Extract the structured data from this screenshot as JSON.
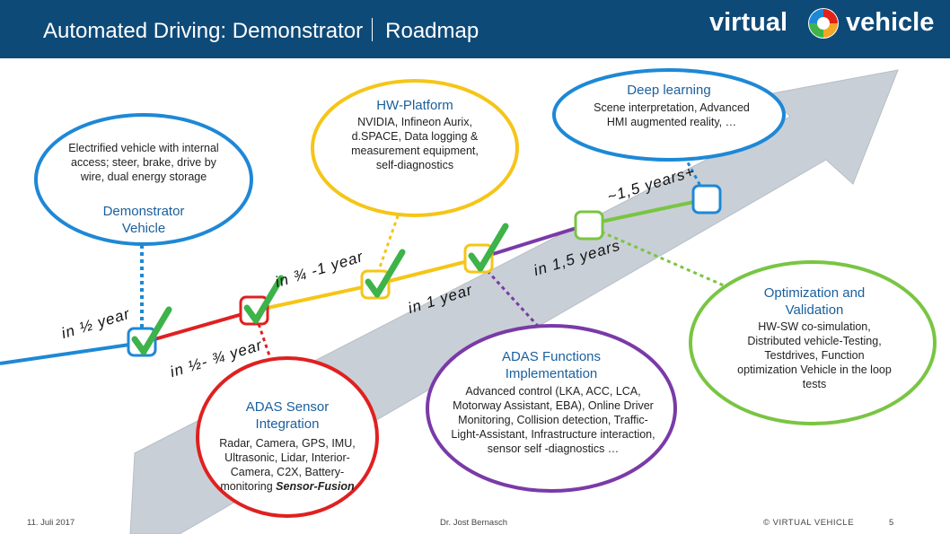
{
  "header": {
    "title": "Automated Driving: Demonstrator",
    "subtitle": "Roadmap",
    "logo_left": "virtual",
    "logo_right": "vehicle"
  },
  "colors": {
    "header_bg": "#0e4a78",
    "blue": "#1e88d6",
    "yellow": "#f5c518",
    "purple": "#7a3aa8",
    "green": "#79c543",
    "red": "#e02020",
    "check": "#3db34a",
    "arrow": "#c9cfd6"
  },
  "nodes": {
    "demonstrator": {
      "text": "Electrified vehicle with internal access; steer, brake, drive by wire, dual energy storage",
      "title_line1": "Demonstrator",
      "title_line2": "Vehicle"
    },
    "hw_platform": {
      "title": "HW-Platform",
      "text": "NVIDIA, Infineon Aurix, d.SPACE, Data logging & measurement equipment, self-diagnostics"
    },
    "deep_learning": {
      "title": "Deep learning",
      "text": "Scene interpretation, Advanced HMI augmented reality, …"
    },
    "sensor_integration": {
      "title_line1": "ADAS Sensor",
      "title_line2": "Integration",
      "text": "Radar, Camera, GPS, IMU, Ultrasonic, Lidar, Interior-Camera, C2X, Battery-monitoring",
      "text_bold": "Sensor-Fusion"
    },
    "adas_functions": {
      "title_line1": "ADAS Functions",
      "title_line2": "Implementation",
      "text": "Advanced control (LKA, ACC, LCA, Motorway Assistant, EBA), Online Driver Monitoring, Collision detection, Traffic-Light-Assistant, Infrastructure interaction, sensor self -diagnostics …"
    },
    "optimization": {
      "title_line1": "Optimization and",
      "title_line2": "Validation",
      "text": "HW-SW co-simulation, Distributed vehicle-Testing, Testdrives, Function optimization Vehicle in the loop tests"
    }
  },
  "timeline": {
    "half_year": "in ½ year",
    "half_to_three_quarter": "in ½- ¾ year",
    "three_quarter_to_one": "in ¾ -1 year",
    "one_year": "in 1 year",
    "one_and_half_year": "in 1,5 years",
    "one_and_half_plus": "~1,5 years+"
  },
  "footer": {
    "date": "11. Juli 2017",
    "author": "Dr. Jost Bernasch",
    "copyright": "© VIRTUAL VEHICLE",
    "page": "5"
  }
}
